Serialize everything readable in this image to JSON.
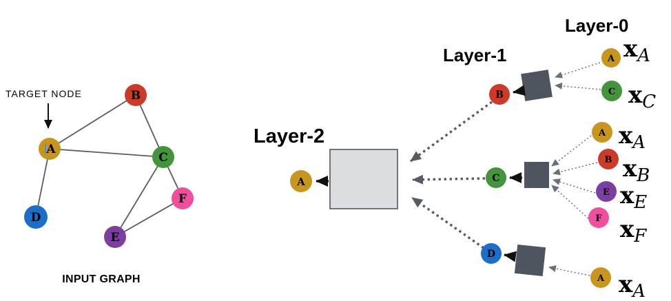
{
  "figure": {
    "description": "GraphSAGE-style neighborhood aggregation diagram",
    "colors": {
      "node_a": "#C8951F",
      "node_b": "#CD3A28",
      "node_c": "#42953A",
      "node_d": "#1D6EC9",
      "node_e": "#7B3FA0",
      "node_f": "#EF4F9F",
      "aggregator": "#4E555E",
      "layer2_box_fill": "#DCDDE0",
      "layer2_box_border": "#61666D",
      "edge": "#5B5B5B",
      "arrow_black": "#111111",
      "dotted_gray": "#565C63",
      "cursor_blue": "#4A90D9"
    }
  },
  "input_graph": {
    "caption": "INPUT GRAPH",
    "target_node_label": "TARGET NODE",
    "target_node": "A",
    "nodes": [
      {
        "id": "A",
        "label": "A",
        "color": "#C8951F"
      },
      {
        "id": "B",
        "label": "B",
        "color": "#CD3A28"
      },
      {
        "id": "C",
        "label": "C",
        "color": "#42953A"
      },
      {
        "id": "D",
        "label": "D",
        "color": "#1D6EC9"
      },
      {
        "id": "E",
        "label": "E",
        "color": "#7B3FA0"
      },
      {
        "id": "F",
        "label": "F",
        "color": "#EF4F9F"
      }
    ],
    "edges": [
      [
        "A",
        "B"
      ],
      [
        "A",
        "C"
      ],
      [
        "A",
        "D"
      ],
      [
        "B",
        "C"
      ],
      [
        "C",
        "E"
      ],
      [
        "C",
        "F"
      ],
      [
        "E",
        "F"
      ]
    ]
  },
  "network": {
    "layer2": {
      "title": "Layer-2",
      "output_node": {
        "label": "A",
        "color": "#C8951F"
      }
    },
    "layer1": {
      "title": "Layer-1",
      "nodes": [
        {
          "label": "B",
          "color": "#CD3A28"
        },
        {
          "label": "C",
          "color": "#42953A"
        },
        {
          "label": "D",
          "color": "#1D6EC9"
        }
      ]
    },
    "layer0": {
      "title": "Layer-0",
      "groups": [
        {
          "aggregates_to": "B",
          "inputs": [
            {
              "label": "A",
              "color": "#C8951F",
              "feature": {
                "base": "x",
                "sub": "A"
              }
            },
            {
              "label": "C",
              "color": "#42953A",
              "feature": {
                "base": "x",
                "sub": "C"
              }
            }
          ]
        },
        {
          "aggregates_to": "C",
          "inputs": [
            {
              "label": "A",
              "color": "#C8951F",
              "feature": {
                "base": "x",
                "sub": "A"
              }
            },
            {
              "label": "B",
              "color": "#CD3A28",
              "feature": {
                "base": "x",
                "sub": "B"
              }
            },
            {
              "label": "E",
              "color": "#7B3FA0",
              "feature": {
                "base": "x",
                "sub": "E"
              }
            },
            {
              "label": "F",
              "color": "#EF4F9F",
              "feature": {
                "base": "x",
                "sub": "F"
              }
            }
          ]
        },
        {
          "aggregates_to": "D",
          "inputs": [
            {
              "label": "A",
              "color": "#C8951F",
              "feature": {
                "base": "x",
                "sub": "A"
              }
            }
          ]
        }
      ]
    }
  }
}
